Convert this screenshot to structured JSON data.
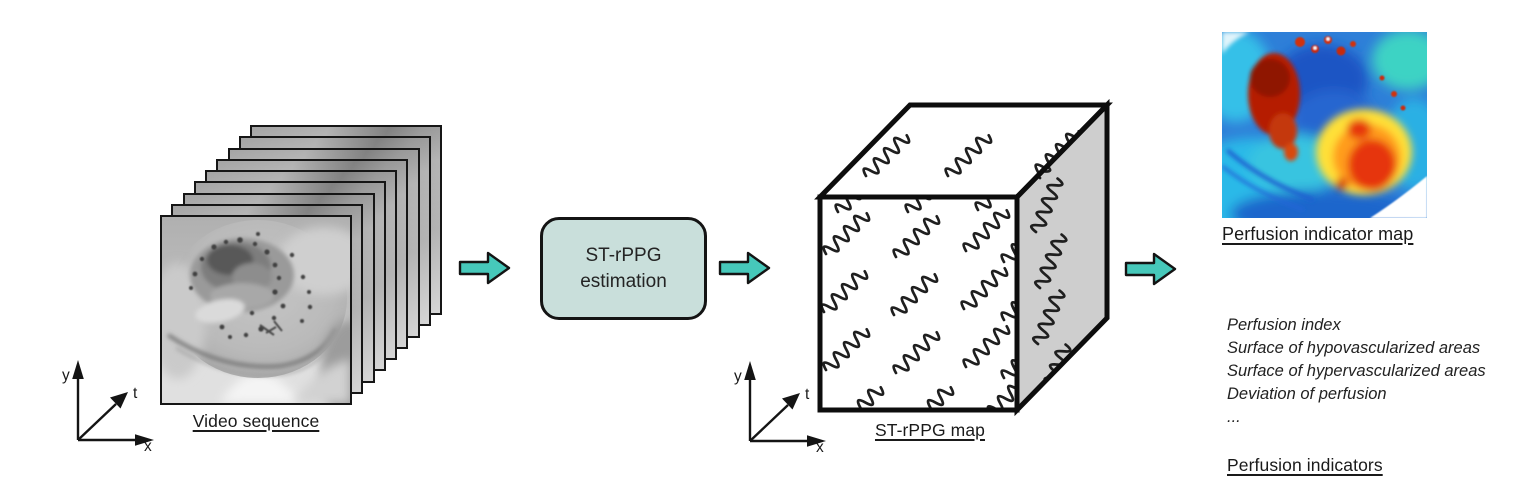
{
  "figure": {
    "type": "processing-pipeline-diagram",
    "background": "#ffffff"
  },
  "video_stage": {
    "label": "Video sequence",
    "frame_count": 9,
    "axes": {
      "x": "x",
      "y": "y",
      "t": "t"
    }
  },
  "process_box": {
    "line1": "ST-rPPG",
    "line2": "estimation"
  },
  "map_stage": {
    "label": "ST-rPPG map",
    "axes": {
      "x": "x",
      "y": "y",
      "t": "t"
    }
  },
  "output_stage": {
    "map_label": "Perfusion indicator map",
    "indicator_items": [
      "Perfusion index",
      "Surface of hypovascularized areas",
      "Surface of hypervascularized areas",
      "Deviation of perfusion",
      "..."
    ],
    "indicators_label": "Perfusion indicators"
  },
  "icons": {
    "flow_arrow": "block-arrow-right",
    "axis_arrows": "xyt-coordinate-axes"
  },
  "colors": {
    "arrow_fill": "#46c8ba",
    "process_box_fill": "#c9dfdb",
    "cube_side_fill": "#cecece",
    "outline": "#141414",
    "heatmap_palette": [
      "#8f1200",
      "#e63610",
      "#ff9c1e",
      "#ffe037",
      "#3ed3c4",
      "#2e7fd8",
      "#1b55c4",
      "#ffffff"
    ]
  }
}
